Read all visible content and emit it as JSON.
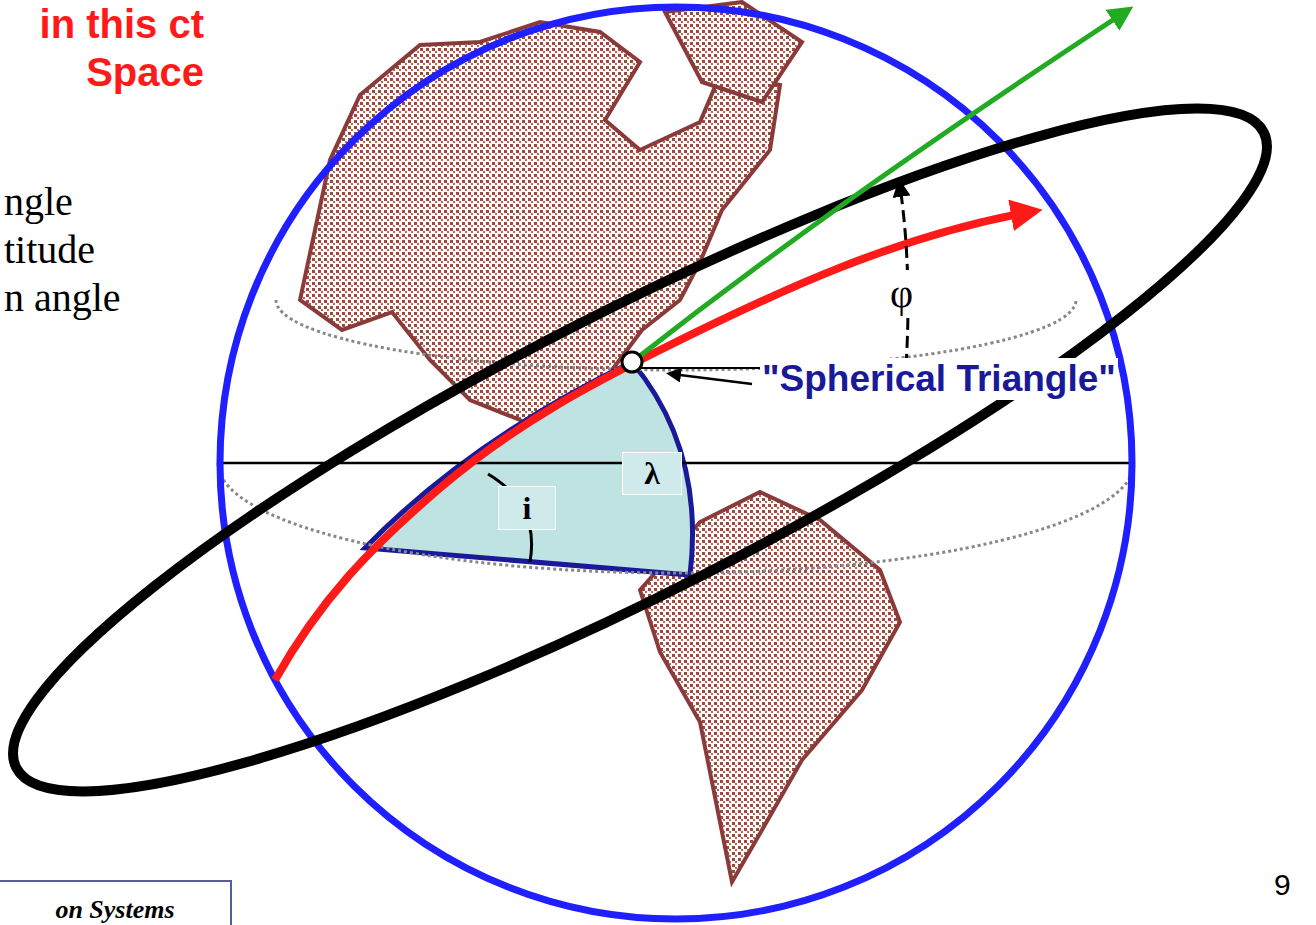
{
  "diagram": {
    "title": "in this ct Space",
    "nodes": [
      {
        "text": [
          "λ"
        ]
      },
      {
        "text": [
          "i"
        ]
      },
      {
        "text": [
          "on Systems"
        ]
      }
    ],
    "labels": [
      "ngle",
      "titude",
      "n angle",
      "φ",
      "\"Spherical Triangle\"",
      "9"
    ]
  }
}
